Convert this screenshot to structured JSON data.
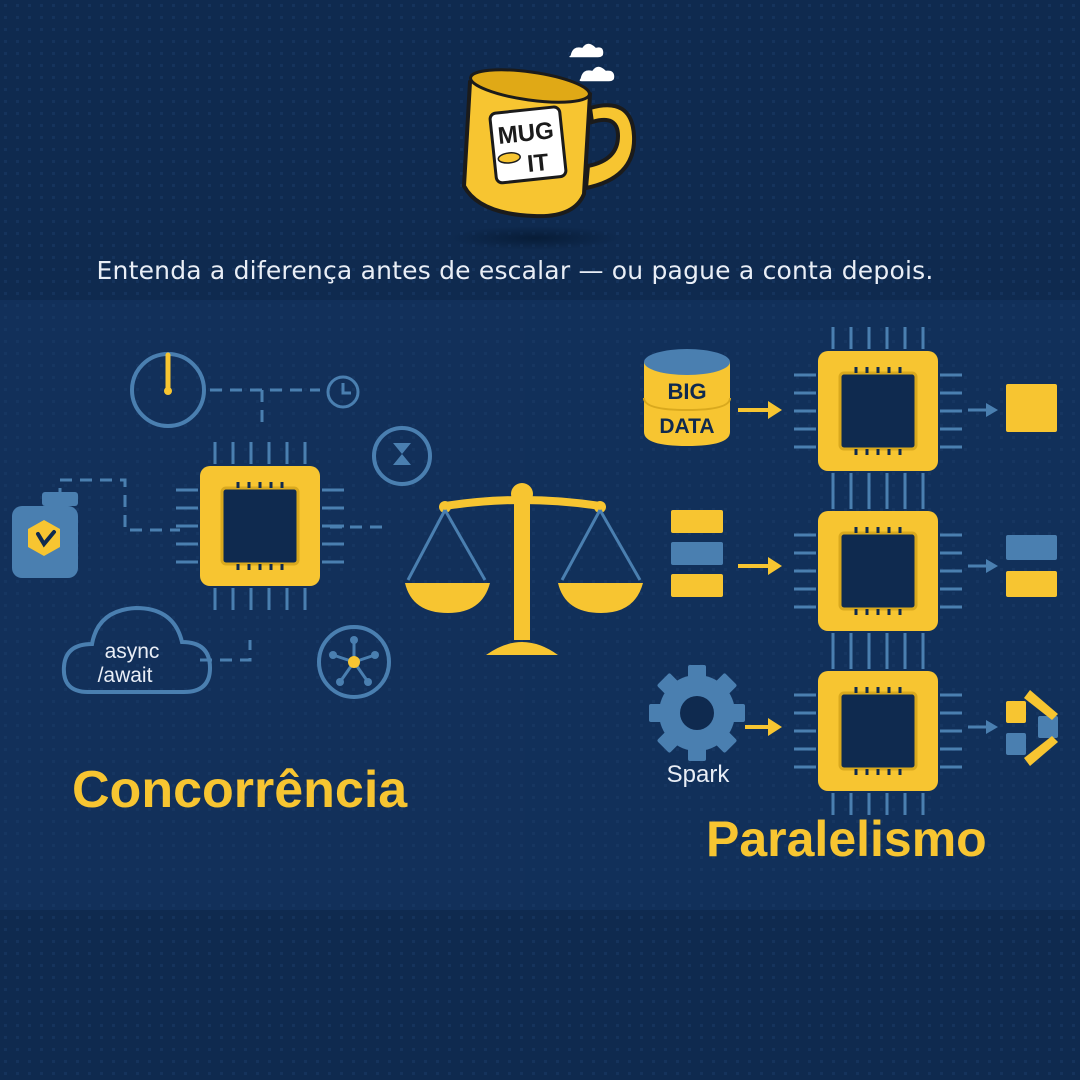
{
  "logo": {
    "line1": "MUG",
    "line2": "IT"
  },
  "tagline": "Entenda a diferença antes de escalar — ou pague a conta depois.",
  "left": {
    "title": "Concorrência",
    "cloud_line1": "async",
    "cloud_line2": "/await"
  },
  "right": {
    "title": "Paralelismo",
    "db_line1": "BIG",
    "db_line2": "DATA",
    "spark_label": "Spark"
  },
  "colors": {
    "background": "#0f2a4f",
    "accent": "#f7c531",
    "steel": "#4a7fb0",
    "text": "#e9eef6"
  }
}
